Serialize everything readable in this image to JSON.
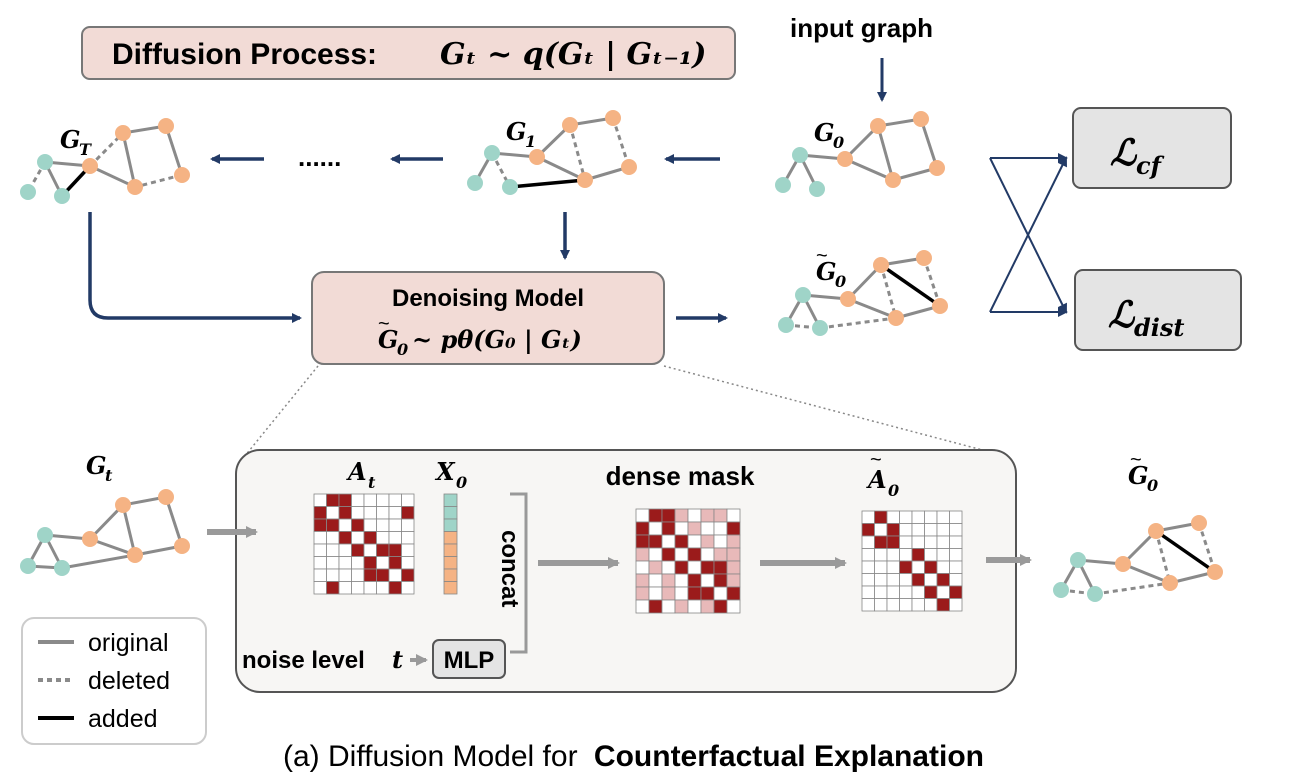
{
  "title_box": {
    "prefix": "Diffusion Process:",
    "formula": "Gₜ ~ q(Gₜ | Gₜ₋₁)"
  },
  "labels": {
    "input_graph": "input graph",
    "dots": "......",
    "g_T": "G",
    "g_T_sub": "T",
    "g_1": "G",
    "g_1_sub": "1",
    "g_0": "G",
    "g_0_sub": "0",
    "g_tilde_0": "G",
    "g_tilde_0_sub": "0",
    "g_t": "G",
    "g_t_sub": "t",
    "g_tilde_0_out": "G",
    "g_tilde_0_out_sub": "0"
  },
  "denoising": {
    "title": "Denoising Model",
    "formula_left": "G",
    "formula_left_sub": "0",
    "formula_right": "~ pθ(G₀ | Gₜ)"
  },
  "losses": {
    "cf": "ℒ",
    "cf_sub": "cf",
    "dist": "ℒ",
    "dist_sub": "dist"
  },
  "panel": {
    "a_t": "A",
    "a_t_sub": "t",
    "x_0": "X",
    "x_0_sub": "0",
    "concat": "concat",
    "dense_mask": "dense mask",
    "a_tilde_0": "A",
    "a_tilde_0_sub": "0",
    "noise_level": "noise level",
    "noise_t": "t",
    "mlp": "MLP"
  },
  "legend": {
    "original": "original",
    "deleted": "deleted",
    "added": "added"
  },
  "caption": {
    "prefix": "(a) Diffusion Model for",
    "bold": "Counterfactual Explanation"
  },
  "colors": {
    "teal_node": "#9fd4c8",
    "orange_node": "#f5b384",
    "edge_gray": "#8a8a8a",
    "arrow_navy": "#223a66",
    "pink_box": "#f2dbd6",
    "gray_box": "#e4e4e4",
    "matrix_red": "#9b1b1b",
    "matrix_light": "#e8b9b9"
  }
}
